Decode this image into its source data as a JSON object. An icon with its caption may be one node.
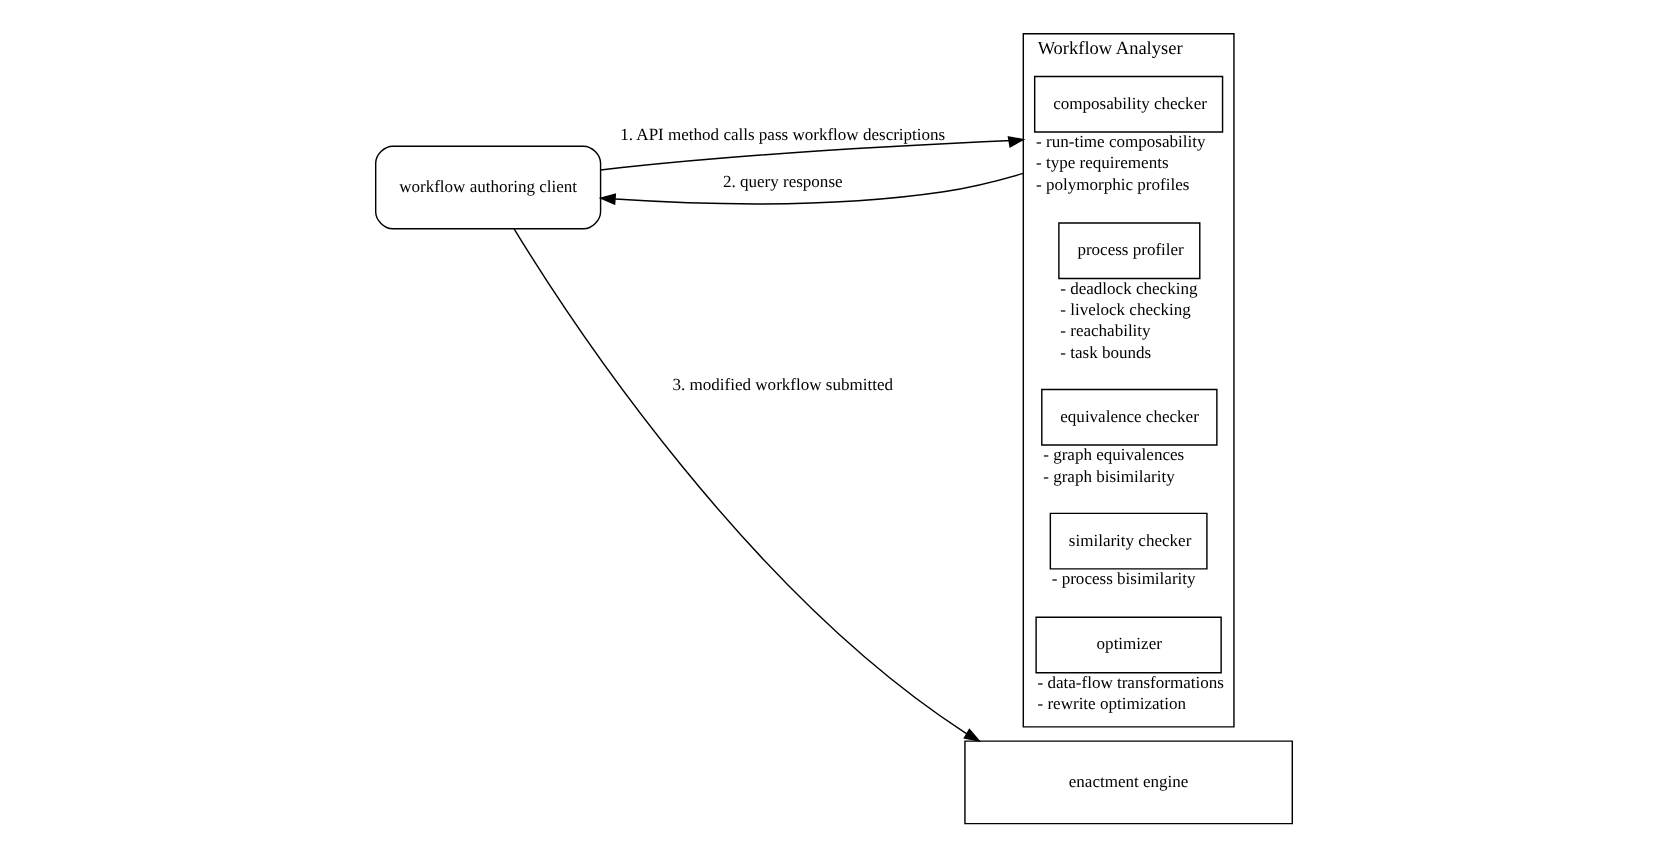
{
  "diagram": {
    "nodes": [
      {
        "text": [
          "workflow authoring client"
        ]
      },
      {
        "text": [
          "Workflow Analyser"
        ]
      },
      {
        "text": [
          "composability checker"
        ],
        "in": 1,
        "beside": [
          "- run-time composability",
          "- type requirements",
          "- polymorphic profiles"
        ]
      },
      {
        "text": [
          "process profiler"
        ],
        "in": 1,
        "beside": [
          "- deadlock checking",
          "- livelock checking",
          "- reachability",
          "- task bounds"
        ]
      },
      {
        "text": [
          "equivalence checker"
        ],
        "in": 1,
        "beside": [
          "- graph equivalences",
          "- graph bisimilarity"
        ]
      },
      {
        "text": [
          "similarity checker"
        ],
        "in": 1,
        "beside": [
          "- process bisimilarity"
        ]
      },
      {
        "text": [
          "optimizer"
        ],
        "in": 1,
        "beside": [
          "- data-flow transformations",
          "- rewrite optimization"
        ]
      },
      {
        "text": [
          "enactment engine"
        ]
      }
    ],
    "edges": [
      {
        "from": 0,
        "to": 1,
        "arrow": "to",
        "label": "1. API method calls pass workflow descriptions"
      },
      {
        "from": 1,
        "to": 0,
        "arrow": "to",
        "label": "2. query response"
      },
      {
        "from": 0,
        "to": 7,
        "arrow": "to",
        "label": "3. modified workflow submitted"
      }
    ]
  }
}
